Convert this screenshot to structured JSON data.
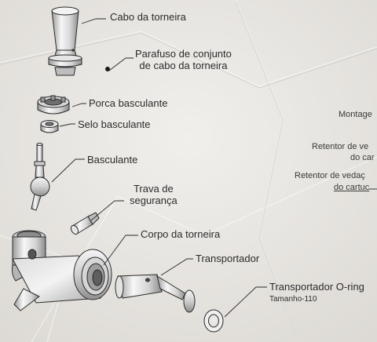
{
  "labels": {
    "handle": "Cabo da torneira",
    "handle_screw_1": "Parafuso de conjunto",
    "handle_screw_2": "de cabo da torneira",
    "lever_nut": "Porca basculante",
    "lever_seal": "Selo basculante",
    "lever": "Basculante",
    "safety_lock_1": "Trava de",
    "safety_lock_2": "segurança",
    "faucet_body": "Corpo da torneira",
    "shaft": "Transportador",
    "oring": "Transportador O-ring",
    "oring_size": "Tamanho-110"
  },
  "right_labels": {
    "assembly": "Montage",
    "retainer_a_1": "Retentor de ve",
    "retainer_a_2": "do car",
    "retainer_b_1": "Retentor de vedaç",
    "retainer_b_2": "do cartuc"
  },
  "colors": {
    "background": "#e9e7e3",
    "line": "#2b2b2b",
    "metal_light": "#f2f2f2",
    "metal_mid": "#c9c9c9",
    "metal_dark": "#8a8a8a"
  }
}
